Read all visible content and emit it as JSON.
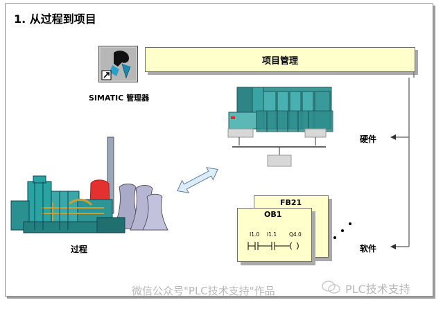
{
  "title": "1. 从过程到项目",
  "header_box": {
    "label": "项目管理"
  },
  "simatic": {
    "label": "SIMATIC 管理器"
  },
  "labels": {
    "hardware": "硬件",
    "software": "软件",
    "process": "过程"
  },
  "blocks": {
    "fb": "FB21",
    "ob": "OB1",
    "contact1": "I1.0",
    "contact2": "I1.1",
    "coil": "Q4.0"
  },
  "watermark": {
    "left": "微信公众号\"PLC技术支持\"作品",
    "right": "PLC技术支持"
  },
  "colors": {
    "box_fill": "#ffffcc",
    "plc_teal": "#3a9a9a",
    "arrow_blue": "#dcecf8"
  }
}
